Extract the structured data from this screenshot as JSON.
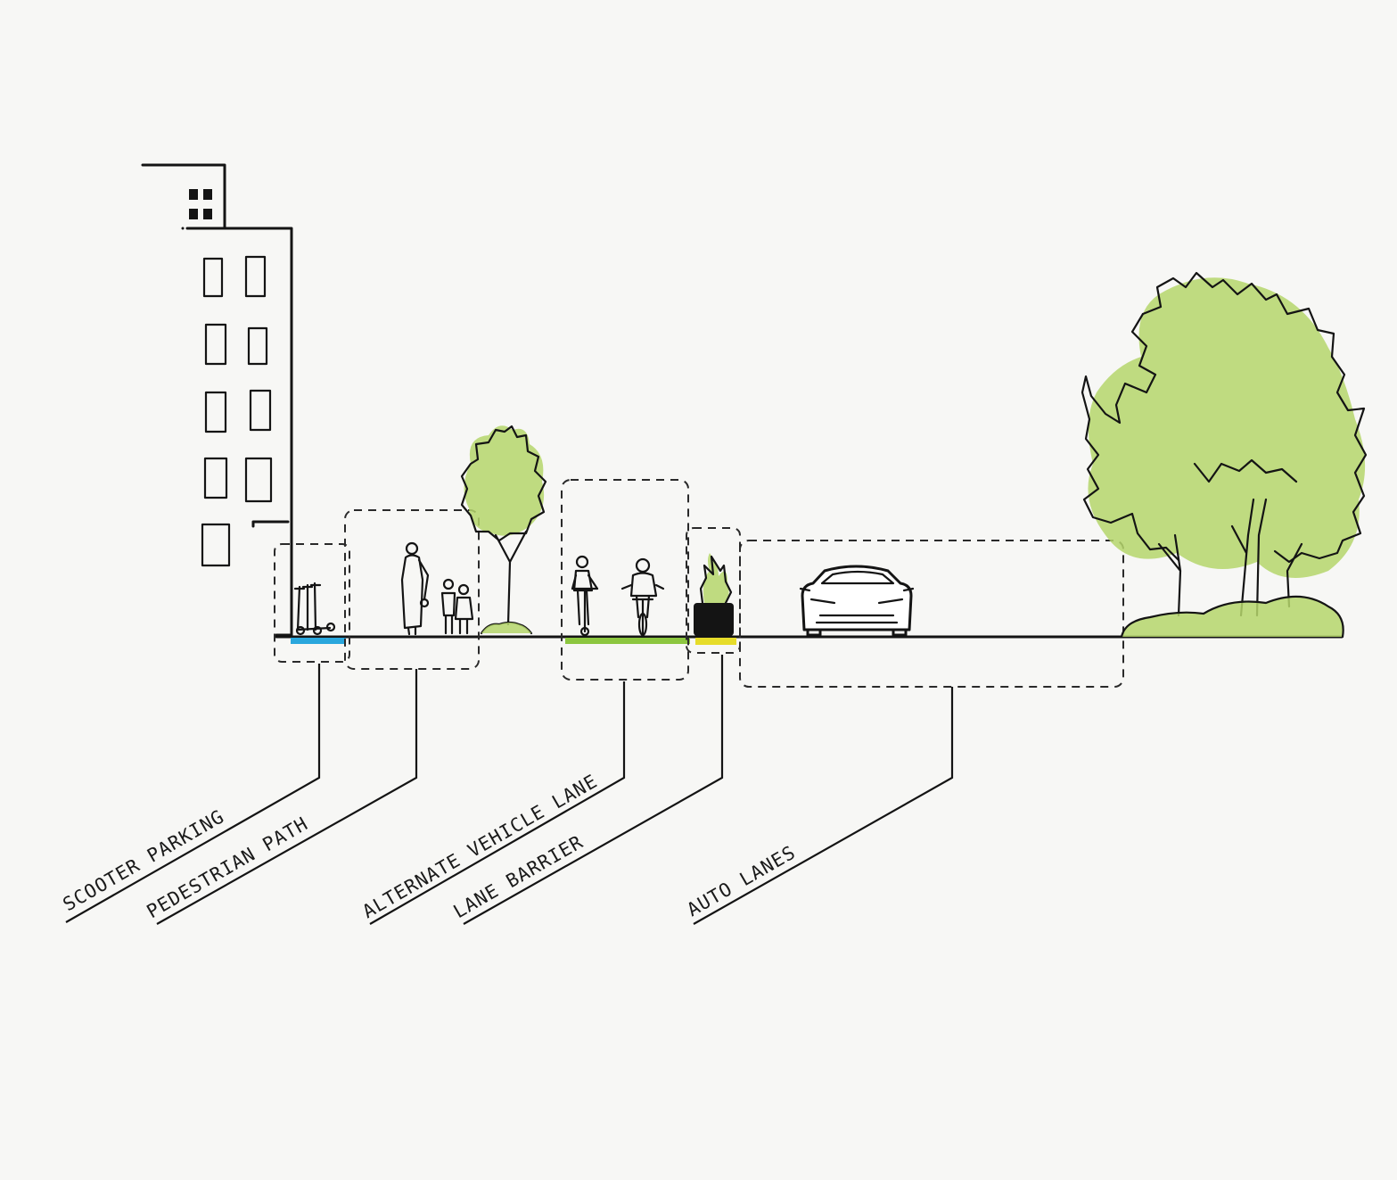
{
  "diagram": {
    "labels": {
      "scooter_parking": "SCOOTER PARKING",
      "pedestrian_path": "PEDESTRIAN PATH",
      "alternate_vehicle_lane": "ALTERNATE VEHICLE LANE",
      "lane_barrier": "LANE BARRIER",
      "auto_lanes": "AUTO LANES"
    },
    "colors": {
      "scooter_parking": "#2aa7dd",
      "alternate_vehicle_lane": "#8cc63f",
      "lane_barrier": "#e6dc2a",
      "foliage": "#b5d66b",
      "ink": "#141414",
      "background": "#f7f7f5"
    },
    "icons": [
      "building-icon",
      "scooter-icon",
      "pedestrian-icon",
      "tree-icon",
      "scooter-rider-icon",
      "cyclist-icon",
      "planter-icon",
      "car-icon"
    ]
  }
}
